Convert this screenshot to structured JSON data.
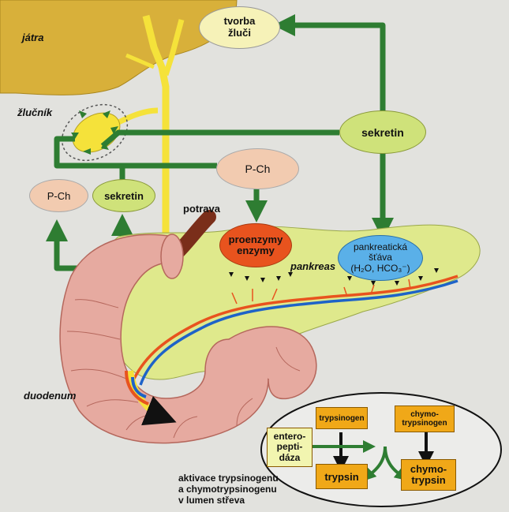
{
  "colors": {
    "background": "#e2e2de",
    "liver": "#d8b03a",
    "pancreas": "#dfe98c",
    "duodenum": "#e6aaa0",
    "arrow_green": "#2e7d32",
    "node_pink": "#f2cbb0",
    "node_cream": "#f6f2b8",
    "node_green": "#cfe27a",
    "proenzyme_orange": "#e8531e",
    "juice_blue": "#5ab0e8",
    "enzyme_box": "#f0a818",
    "entero_box": "#f2f5b0",
    "bile_yellow": "#f5e23a",
    "duct_blue": "#1e63c8",
    "duct_orange": "#e8531e",
    "food_brown": "#7a2e1a"
  },
  "labels": {
    "liver": "játra",
    "gallbladder": "žlučník",
    "food": "potrava",
    "pancreas": "pankreas",
    "duodenum": "duodenum"
  },
  "nodes": {
    "bile_production_line1": "tvorba",
    "bile_production_line2": "žluči",
    "secretin_main": "sekretin",
    "pch_top": "P-Ch",
    "pch_left": "P-Ch",
    "secretin_left": "sekretin",
    "proenzymes_line1": "proenzymy",
    "proenzymes_line2": "enzymy",
    "juice_line1": "pankreatická",
    "juice_line2": "šťáva",
    "juice_line3": "(H₂O, HCO₃⁻)"
  },
  "inset": {
    "trypsinogen": "trypsinogen",
    "chymotrypsinogen_line1": "chymo-",
    "chymotrypsinogen_line2": "trypsinogen",
    "enteropeptidase_line1": "entero-",
    "enteropeptidase_line2": "pepti-",
    "enteropeptidase_line3": "dáza",
    "trypsin": "trypsin",
    "chymotrypsin_line1": "chymo-",
    "chymotrypsin_line2": "trypsin",
    "caption_line1": "aktivace trypsinogenu",
    "caption_line2": "a chymotrypsinogenu",
    "caption_line3": "v lumen střeva"
  }
}
